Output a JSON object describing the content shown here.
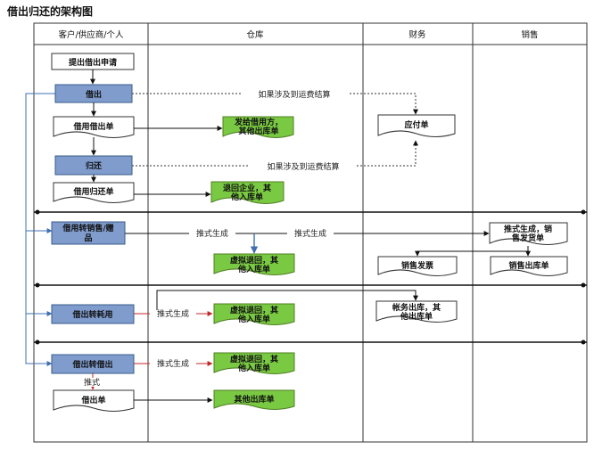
{
  "title": "借出归还的架构图",
  "lanes": {
    "customer": "客户/供应商/个人",
    "warehouse": "仓库",
    "finance": "财务",
    "sales": "销售"
  },
  "nodes": {
    "start": "提出借出申请",
    "lend": "借出",
    "lend_doc": "借用借出单",
    "send_out": [
      "发给借用方，",
      "其他出库单"
    ],
    "payable": "应付单",
    "return": "归还",
    "return_doc": "借用归还单",
    "return_in": [
      "退回企业，其",
      "他入库单"
    ],
    "to_sale": [
      "借用转销售/赠",
      "品"
    ],
    "virt_return_1": [
      "虚拟退回，其",
      "他入库单"
    ],
    "push_sale": [
      "推式生成，销",
      "售发货单"
    ],
    "sales_invoice": "销售发票",
    "sales_out": "销售出库单",
    "to_consume": "借出转耗用",
    "virt_return_2": [
      "虚拟退回，其",
      "他入库单"
    ],
    "acct_out": [
      "帐务出库，其",
      "他出库单"
    ],
    "to_lend": "借出转借出",
    "virt_return_3": [
      "虚拟退回，其",
      "他入库单"
    ],
    "lend_doc_2": "借出单",
    "other_out": "其他出库单"
  },
  "notes": {
    "freight_1": "如果涉及到运费结算",
    "freight_2": "如果涉及到运费结算",
    "push_1": "推式生成",
    "push_2": "推式生成",
    "push_3": "推式生成",
    "push_4": "推式生成",
    "push_5": "推式"
  },
  "colors": {
    "blue_box": "#7f9ccd",
    "blue_border": "#385d8a",
    "green_box": "#7ac943",
    "green_border": "#4f7f22",
    "white_box": "#ffffff",
    "arrow": "#111111",
    "red_arrow": "#c0282a",
    "blue_arrow": "#3f6fb0"
  }
}
